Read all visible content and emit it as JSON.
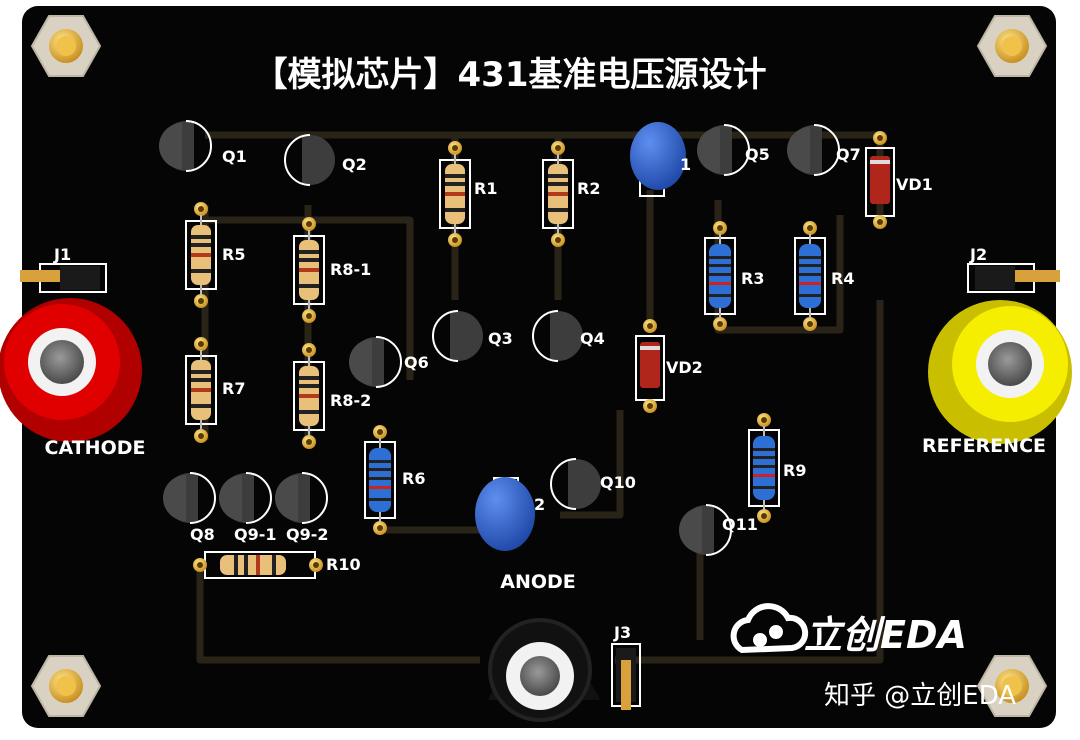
{
  "title": "【模拟芯片】431基准电压源设计",
  "ports": {
    "cathode": "CATHODE",
    "reference": "REFERENCE",
    "anode": "ANODE"
  },
  "connectors": {
    "j1": "J1",
    "j2": "J2",
    "j3": "J3"
  },
  "transistors": {
    "q1": "Q1",
    "q2": "Q2",
    "q3": "Q3",
    "q4": "Q4",
    "q5": "Q5",
    "q6": "Q6",
    "q7": "Q7",
    "q8": "Q8",
    "q9_1": "Q9-1",
    "q9_2": "Q9-2",
    "q10": "Q10",
    "q11": "Q11"
  },
  "resistors": {
    "r1": "R1",
    "r2": "R2",
    "r3": "R3",
    "r4": "R4",
    "r5": "R5",
    "r6": "R6",
    "r7": "R7",
    "r8_1": "R8-1",
    "r8_2": "R8-2",
    "r9": "R9",
    "r10": "R10"
  },
  "diodes": {
    "vd1": "VD1",
    "vd2": "VD2"
  },
  "capacitors": {
    "c1": "1",
    "c2": "2"
  },
  "logo": {
    "text": "立创EDA",
    "icon": "cloud-icon"
  },
  "watermark": "知乎 @立创EDA",
  "colors": {
    "board": "#050505",
    "trace": "#2a2418",
    "silkscreen": "#ffffff",
    "cathode_jack": "#e00000",
    "reference_jack": "#f5ee00",
    "anode_jack": "#111111",
    "capacitor": "#2f63c8",
    "diode": "#b0261a",
    "beige_resistor": "#e8c07a",
    "blue_resistor": "#2e6fd6",
    "pin_gold": "#d8a13c"
  }
}
